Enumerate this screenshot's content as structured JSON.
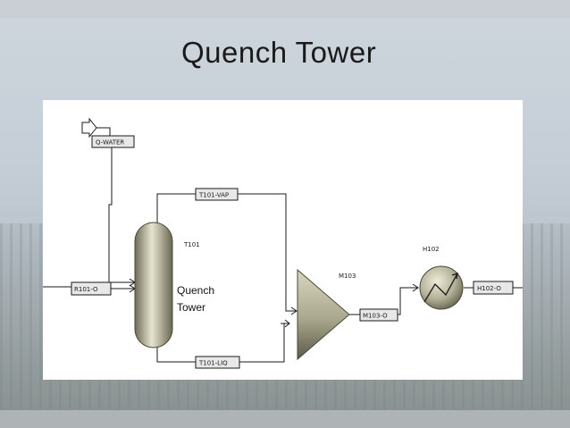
{
  "slide": {
    "title": "Quench Tower"
  },
  "diagram": {
    "units": {
      "tower": "T101",
      "mixer": "M103",
      "heater": "H102"
    },
    "streams": {
      "feed": "R101-O",
      "water": "Q-WATER",
      "vapor": "T101-VAP",
      "liquid": "T101-LIQ",
      "mixer_out": "M103-O",
      "heater_out": "H102-O"
    },
    "annotation": {
      "line1": "Quench",
      "line2": "Tower"
    },
    "colors": {
      "equipment_fill": "#b9b79c",
      "equipment_dark": "#5e5c48",
      "line": "#1a1a1a",
      "stream_box_fill": "#e8e8e8"
    }
  }
}
